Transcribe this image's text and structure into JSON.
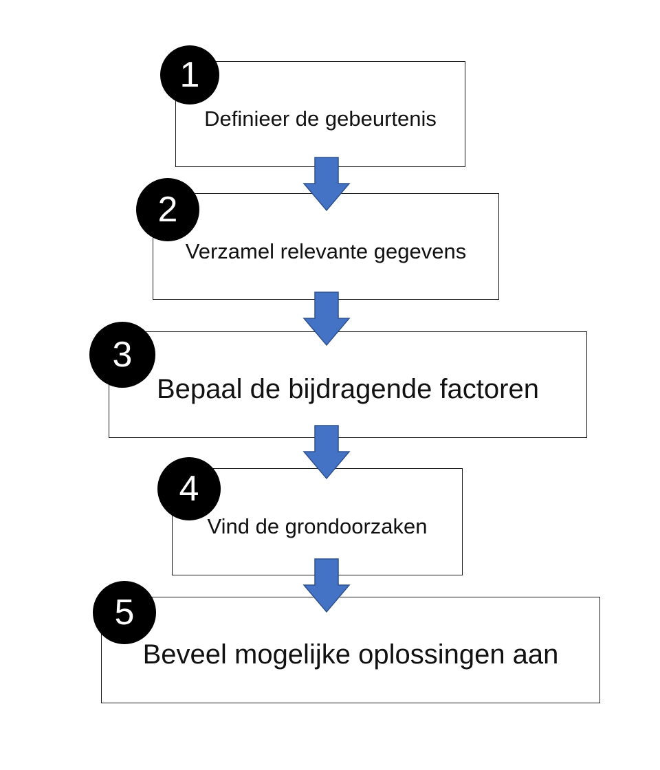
{
  "flowchart": {
    "steps": [
      {
        "number": "1",
        "label": "Definieer de gebeurtenis"
      },
      {
        "number": "2",
        "label": "Verzamel relevante gegevens"
      },
      {
        "number": "3",
        "label": "Bepaal de bijdragende factoren"
      },
      {
        "number": "4",
        "label": "Vind de grondoorzaken"
      },
      {
        "number": "5",
        "label": "Beveel mogelijke oplossingen aan"
      }
    ],
    "arrow_color": "#4472C4",
    "arrow_outline_color": "#2F528F",
    "badge_color": "#000000",
    "badge_text_color": "#ffffff",
    "box_border_color": "#1a1a1a"
  }
}
